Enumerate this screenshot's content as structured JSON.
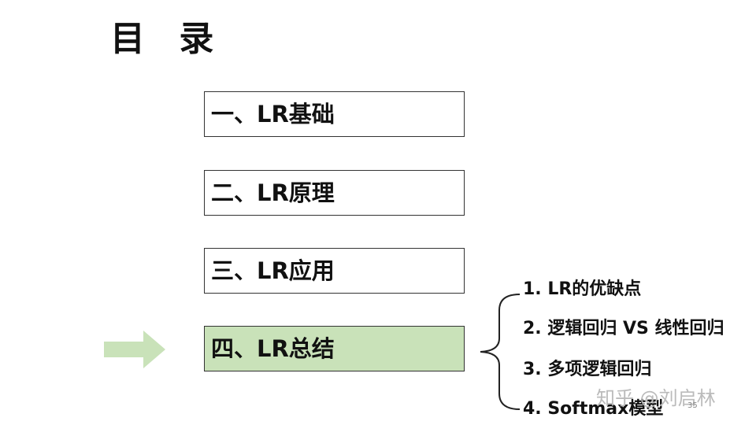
{
  "title": "目 录",
  "sections": [
    {
      "label": "一、LR基础"
    },
    {
      "label": "二、LR原理"
    },
    {
      "label": "三、LR应用"
    },
    {
      "label": "四、LR总结"
    }
  ],
  "active_section_index": 3,
  "subitems": [
    {
      "label": "1. LR的优缺点"
    },
    {
      "label": "2. 逻辑回归 VS 线性回归"
    },
    {
      "label": "3. 多项逻辑回归"
    },
    {
      "label": "4. Softmax模型"
    }
  ],
  "watermark": "知乎 @刘启林",
  "page_number": "35",
  "colors": {
    "active_fill": "#c9e2b9",
    "arrow_fill": "#c9e2b9",
    "border": "#333333"
  },
  "icons": {
    "pointer": "right-arrow-icon",
    "brace": "left-brace-icon"
  }
}
